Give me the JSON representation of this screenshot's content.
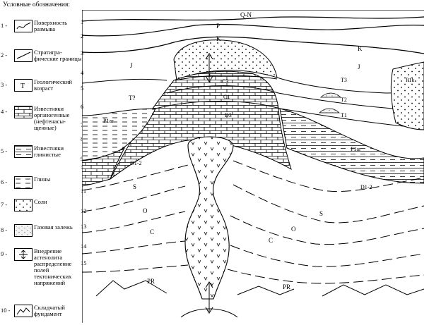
{
  "legend": {
    "title": "Условные обозначения:",
    "items": [
      {
        "num": "1 -",
        "text": "Поверхность размыва",
        "icon": "erosion-surface-icon"
      },
      {
        "num": "2 -",
        "text": "Стратигра-фические границы",
        "icon": "strat-boundary-icon"
      },
      {
        "num": "3 -",
        "text": "Геологический возраст",
        "symbol": "T",
        "icon": "geo-age-icon"
      },
      {
        "num": "4 -",
        "text": "Известняки органогенные (нефтенасы-щенные)",
        "icon": "organogenic-limestone-icon"
      },
      {
        "num": "5 -",
        "text": "Известняки глинистые",
        "icon": "clayey-limestone-icon"
      },
      {
        "num": "6 -",
        "text": "Глины",
        "icon": "clay-icon"
      },
      {
        "num": "7 -",
        "text": "Соли",
        "icon": "salt-icon"
      },
      {
        "num": "8 -",
        "text": "Газовая залежь",
        "icon": "gas-deposit-icon"
      },
      {
        "num": "9 -",
        "text": "Внедрение астенолита распределение полей тектонических напряжений",
        "icon": "asthenolith-icon"
      },
      {
        "num": "10 -",
        "text": "Складчатый фундамент",
        "icon": "folded-basement-icon"
      }
    ]
  },
  "levels": [
    "1",
    "2",
    "3",
    "4",
    "5",
    "6",
    "7",
    "8",
    "9",
    "10",
    "11",
    "12",
    "13",
    "14",
    "15"
  ],
  "section_labels": {
    "qn": "Q-N",
    "p": "P",
    "k_top": "K",
    "k_right": "K",
    "j_left": "J",
    "j_right": "J",
    "t_left": "T?",
    "t3": "T3",
    "t2": "T2",
    "t1": "T1",
    "c3": "C3",
    "c1": "C1",
    "d3": "D3",
    "p1ar_left": "P1ar",
    "p1ar_right": "P1ar",
    "p1k": "P1k",
    "d12_left": "D1-2",
    "d12_right": "D1-2",
    "s_left": "S",
    "s_right": "S",
    "o_left": "O",
    "o_right": "O",
    "c_left": "C",
    "c_right": "C",
    "pr_left": "PR",
    "pr_right": "PR"
  },
  "colors": {
    "ink": "#000000",
    "paper": "#ffffff"
  }
}
